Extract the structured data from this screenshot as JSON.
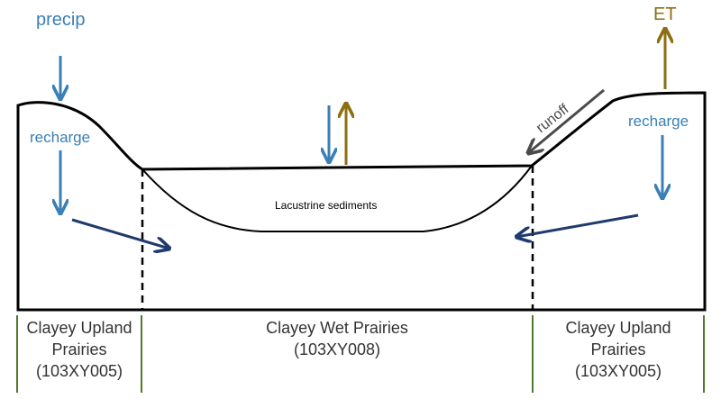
{
  "labels": {
    "precip": "precip",
    "et": "ET",
    "recharge_left": "recharge",
    "recharge_right": "recharge",
    "runoff": "runoff",
    "lacustrine": "Lacustrine sediments"
  },
  "zones": [
    {
      "line1": "Clayey Upland",
      "line2": "Prairies",
      "code": "(103XY005)"
    },
    {
      "line1": "Clayey Wet Prairies",
      "line2": "",
      "code": "(103XY008)"
    },
    {
      "line1": "Clayey Upland",
      "line2": "Prairies",
      "code": "(103XY005)"
    }
  ],
  "colors": {
    "water": "#3a7fb5",
    "groundwater": "#1f3a6e",
    "et": "#8b6f12",
    "runoff": "#4a4a4a",
    "zone_line": "#4f7a2b"
  }
}
